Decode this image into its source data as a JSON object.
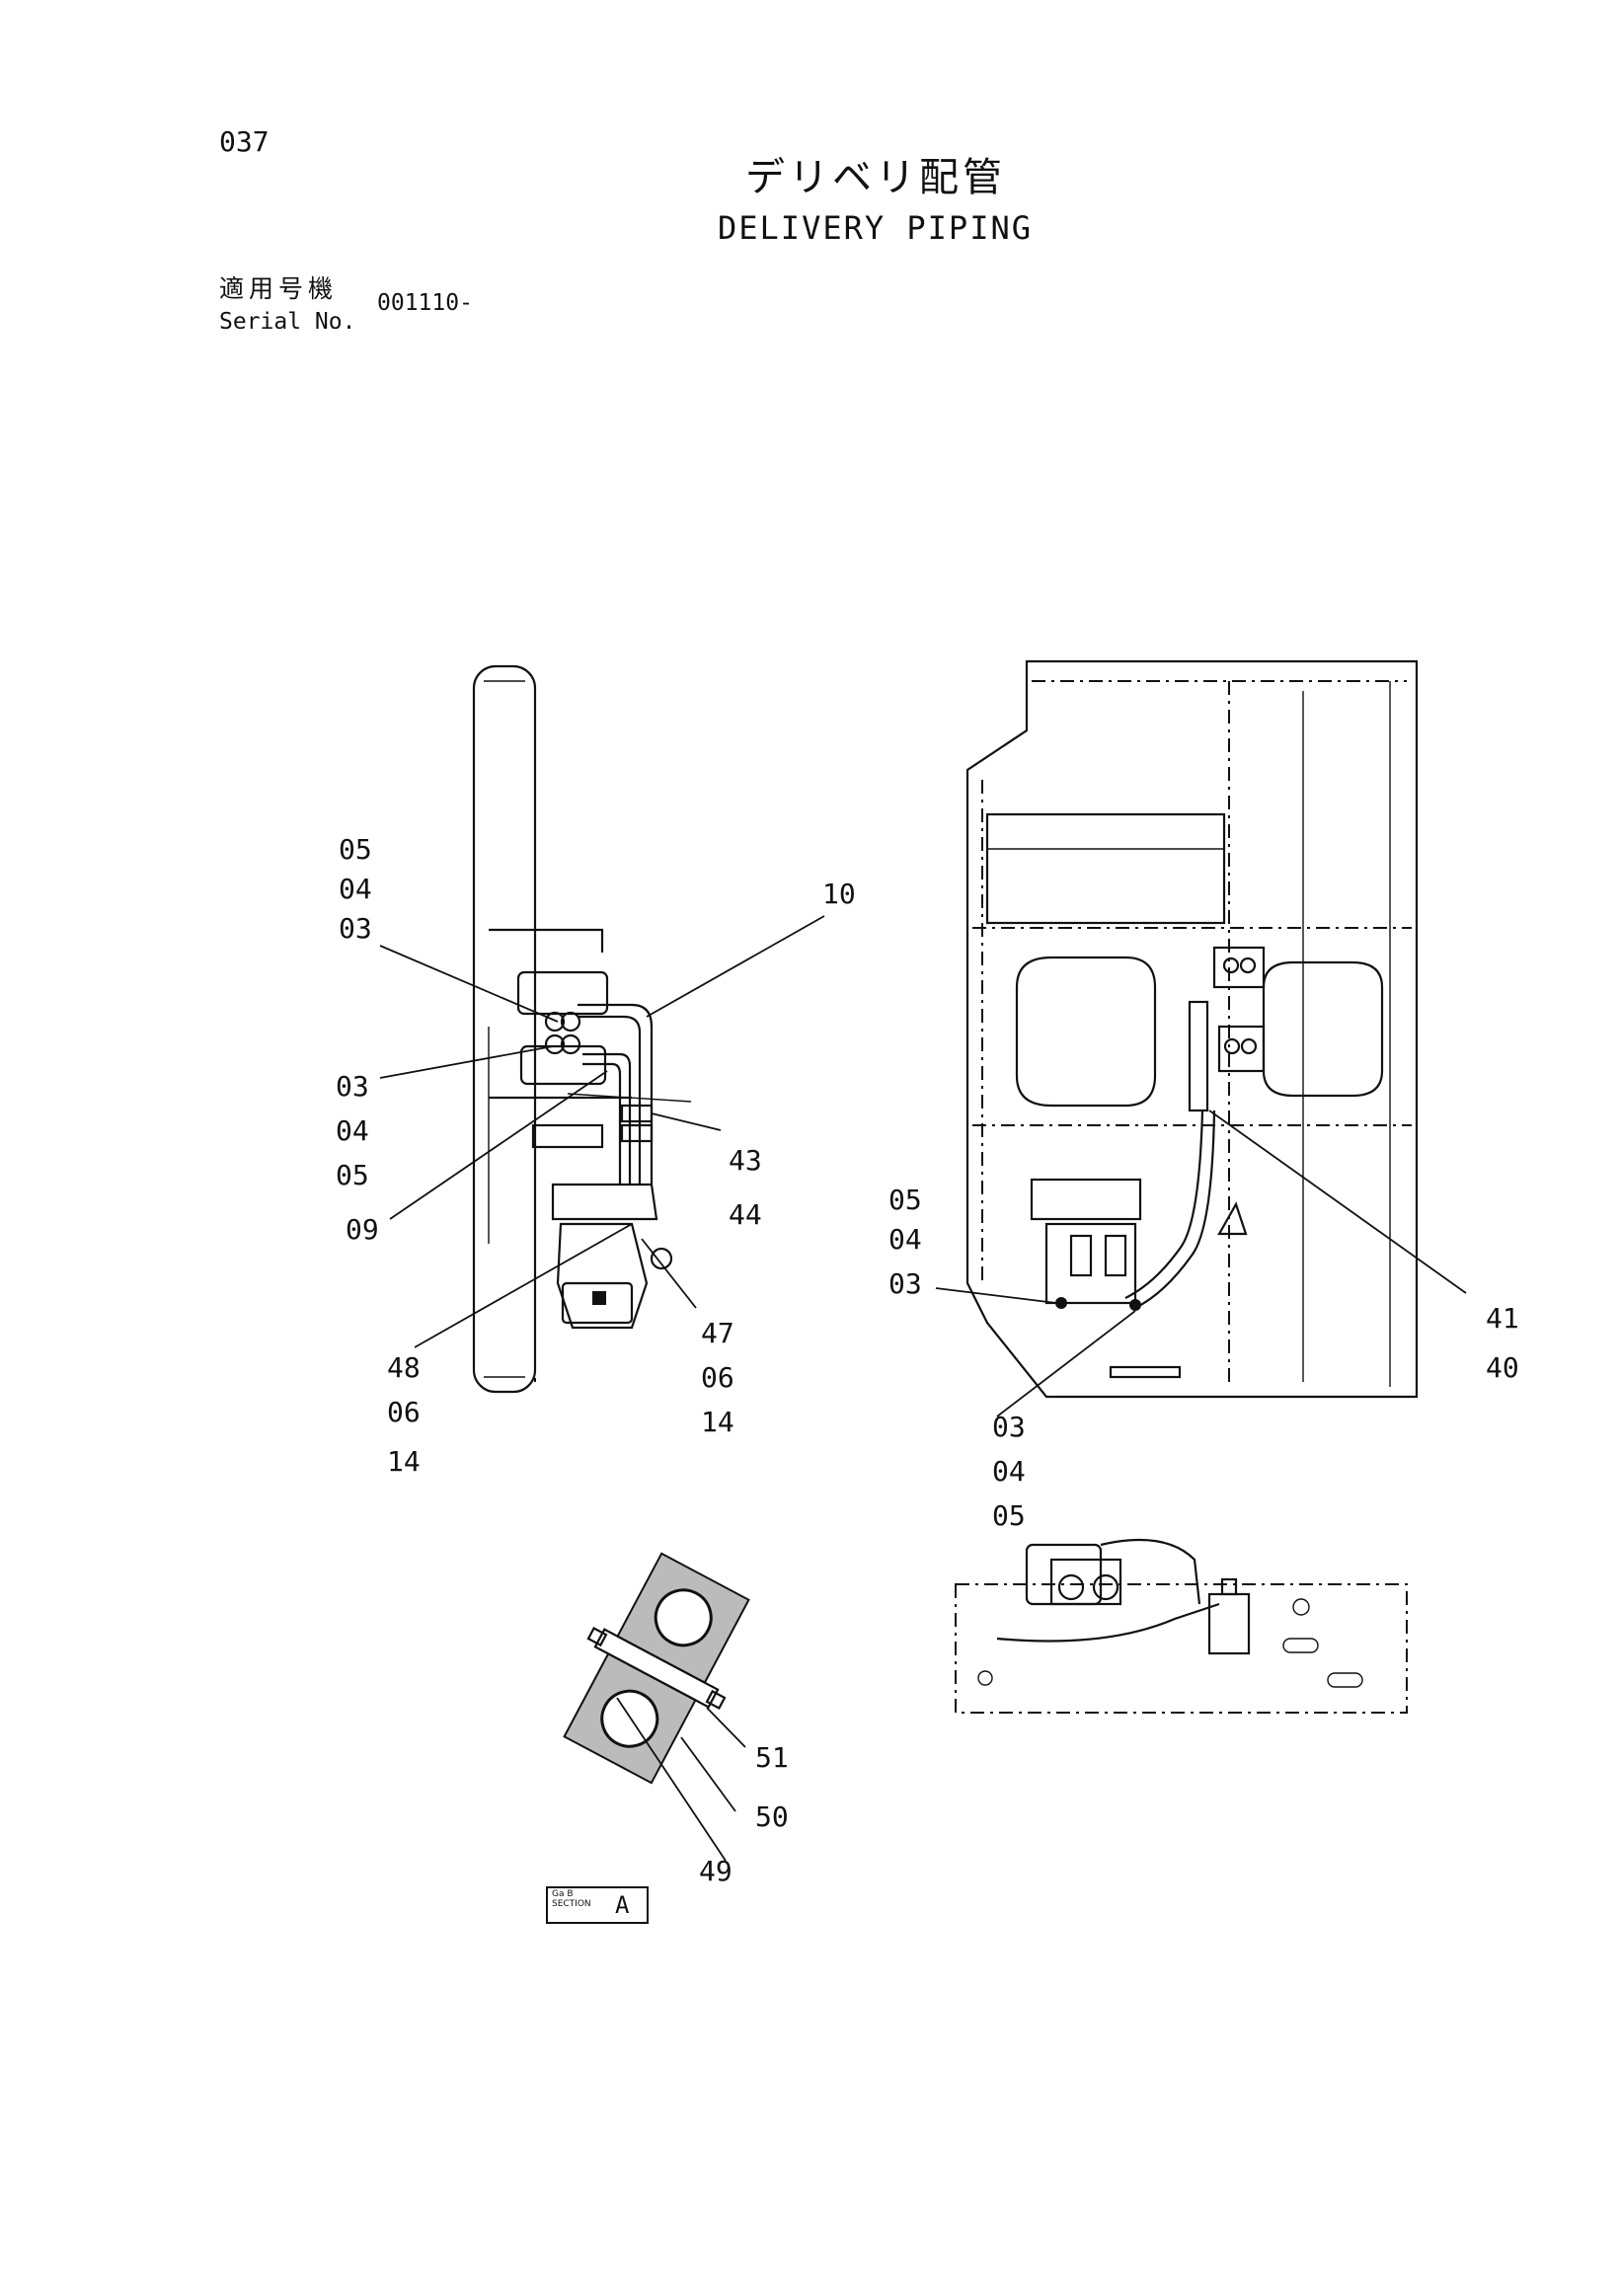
{
  "page_number": "037",
  "title_jp": "デリベリ配管",
  "title_en": "DELIVERY PIPING",
  "serial": {
    "label_jp": "適用号機",
    "label_en": "Serial No.",
    "value": "001110-"
  },
  "callouts": {
    "left_view": {
      "group_top": [
        "05",
        "04",
        "03"
      ],
      "item_10": "10",
      "group_mid": [
        "03",
        "04",
        "05"
      ],
      "item_09": "09",
      "group_43": [
        "43",
        "44"
      ],
      "group_47": [
        "47",
        "06",
        "14"
      ],
      "group_48": [
        "48",
        "06",
        "14"
      ]
    },
    "right_view": {
      "group_left": [
        "05",
        "04",
        "03"
      ],
      "group_41": [
        "41",
        "40"
      ],
      "group_bottom": [
        "03",
        "04",
        "05"
      ]
    },
    "section_view": {
      "item_51": "51",
      "item_50": "50",
      "item_49": "49"
    }
  },
  "section_box": {
    "small_line_1": "Ga  B",
    "small_line_2": "SECTION",
    "letter": "A"
  },
  "icons": [
    "hydraulic-valve-icon",
    "pipe-clamp-icon"
  ]
}
